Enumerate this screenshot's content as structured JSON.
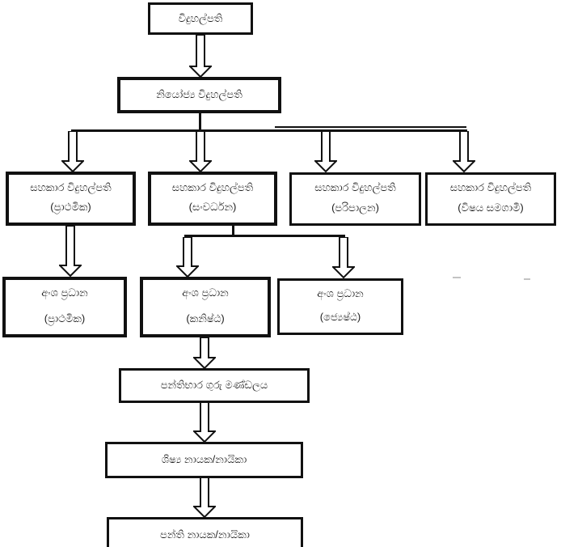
{
  "flowchart": {
    "principal": {
      "label": "විදුහල්පති"
    },
    "deputy_principal": {
      "label": "නියෝජ්‍ය විදුහල්පති"
    },
    "assistant_principals": [
      {
        "label": "සහකාර විදුහල්පති",
        "division": "(ප්‍රාථමික)"
      },
      {
        "label": "සහකාර විදුහල්පති",
        "division": "(සංවර්ධන)"
      },
      {
        "label": "සහකාර විදුහල්පති",
        "division": "(පරිපාලන)"
      },
      {
        "label": "සහකාර විදුහල්පති",
        "division": "(විෂය සමගාමී)"
      }
    ],
    "section_heads": [
      {
        "label": "අංශ ප්‍රධාන",
        "division": "(ප්‍රාථමික)"
      },
      {
        "label": "අංශ ප්‍රධාන",
        "division": "(කනිෂ්ඨ)"
      },
      {
        "label": "අංශ ප්‍රධාන",
        "division": "(ජ්‍යෙෂ්ඨ)"
      }
    ],
    "class_teacher_board": {
      "label": "පන්තිභාර ගුරු මණ්ඩලය"
    },
    "student_leaders": {
      "label": "ශිෂ්‍ය නායක/නායිකා"
    },
    "class_leaders": {
      "label": "පන්ති නායක/නායිකා"
    },
    "colors": {
      "box_border": "#111111",
      "box_fill": "#ffffff",
      "text": "#1a1a1a",
      "connector": "#111111"
    }
  }
}
